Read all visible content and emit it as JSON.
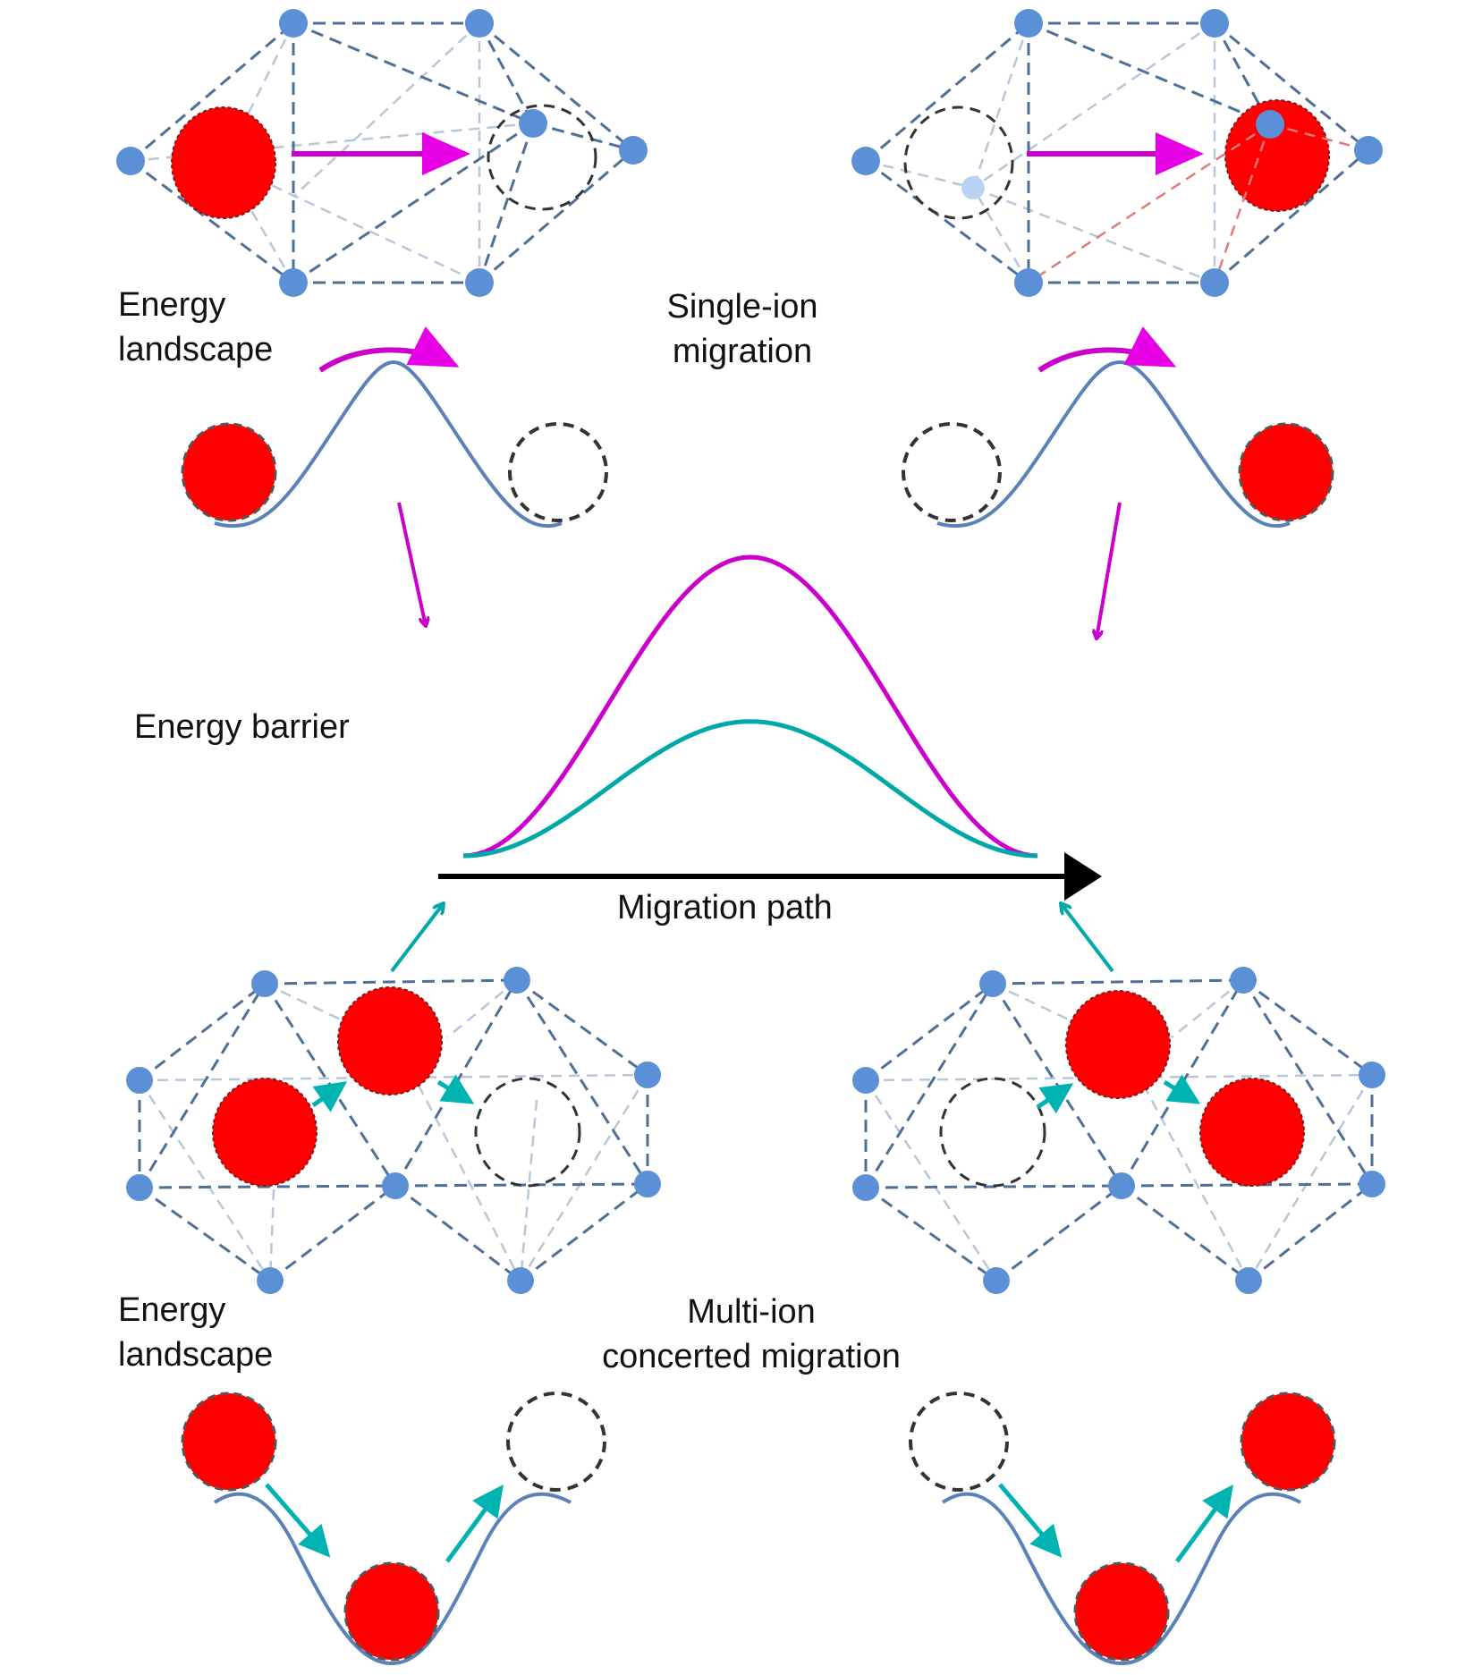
{
  "figure": {
    "title": "Single-ion migration vs. multi-ion concerted migration",
    "colors": {
      "ion": "#ff0000",
      "node": "#5b8fd6",
      "node_faded": "#b9d3f2",
      "edge_dark": "#4f6f94",
      "edge_light": "#b8c7d8",
      "vacancy": "#333333",
      "landscape": "#5a82b8",
      "single_ion": "#cc00cc",
      "single_ion_arrow": "#e600e6",
      "multi_ion": "#00a8a8",
      "axis": "#000000"
    }
  },
  "labels": {
    "top_left_landscape": [
      "Energy",
      "landscape"
    ],
    "single_ion": [
      "Single-ion",
      "migration"
    ],
    "energy_barrier": "Energy barrier",
    "migration_path": "Migration path",
    "bottom_left_landscape": [
      "Energy",
      "landscape"
    ],
    "multi_ion": [
      "Multi-ion",
      "concerted migration"
    ]
  },
  "panels": {
    "single_ion_initial": {
      "state": "ion at left site, vacancy at right site"
    },
    "single_ion_final": {
      "state": "vacancy at left site, ion at right site"
    },
    "multi_ion_initial": {
      "state": "two ions, vacancy at right"
    },
    "multi_ion_final": {
      "state": "vacancy at left, two ions"
    }
  },
  "barrier_curves": [
    {
      "name": "Single-ion migration",
      "relative_height": 1.0,
      "color_key": "single_ion"
    },
    {
      "name": "Multi-ion concerted migration",
      "relative_height": 0.45,
      "color_key": "multi_ion"
    }
  ]
}
